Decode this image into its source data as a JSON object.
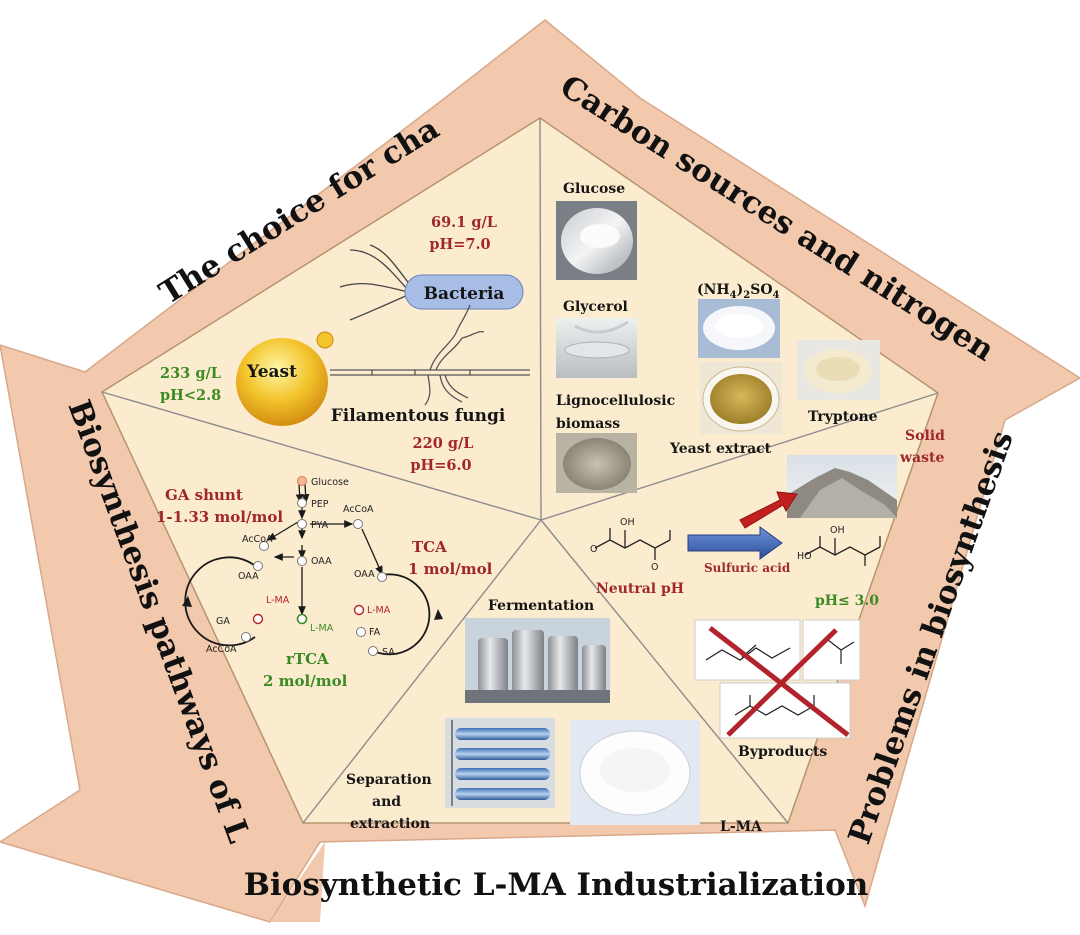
{
  "banners": {
    "chassis": "The choice for chassis",
    "sources": "Carbon sources and nitrogen sources",
    "problems": "Problems in biosynthesis L-MA",
    "industrialization": "Biosynthetic L-MA Industrialization",
    "pathways": "Biosynthesis pathways of L-MA"
  },
  "chassis": {
    "bacteria_label": "Bacteria",
    "bacteria_titer": "69.1 g/L",
    "bacteria_ph": "pH=7.0",
    "yeast_label": "Yeast",
    "yeast_titer": "233 g/L",
    "yeast_ph": "pH<2.8",
    "fungi_label": "Filamentous fungi",
    "fungi_titer": "220 g/L",
    "fungi_ph": "pH=6.0"
  },
  "sources": {
    "glucose": "Glucose",
    "glycerol": "Glycerol",
    "ligno_line1": "Lignocellulosic",
    "ligno_line2": "biomass",
    "ammonium": "(NH",
    "ammonium_sub1": "4",
    "ammonium_mid": ")",
    "ammonium_sub2": "2",
    "ammonium_end": "SO",
    "ammonium_sub3": "4",
    "yeast_extract": "Yeast extract",
    "tryptone": "Tryptone"
  },
  "pathways": {
    "ga_shunt": "GA shunt",
    "ga_yield": "1-1.33 mol/mol",
    "tca": "TCA",
    "tca_yield": "1 mol/mol",
    "rtca": "rTCA",
    "rtca_yield": "2 mol/mol",
    "nodes": {
      "glucose": "Glucose",
      "pep": "PEP",
      "pya": "PYA",
      "acoa_top": "AcCoA",
      "acoa_left": "AcCoA",
      "acoa_bottom": "AcCoA",
      "oaa_left": "OAA",
      "oaa_center": "OAA",
      "oaa_right": "OAA",
      "ga": "GA",
      "lma_left": "L-MA",
      "lma_center": "L-MA",
      "lma_right": "L-MA",
      "fa": "FA",
      "sa": "SA"
    }
  },
  "problems": {
    "solid_waste_line1": "Solid",
    "solid_waste_line2": "waste",
    "sulfuric_acid": "Sulfuric acid",
    "neutral_ph": "Neutral pH",
    "low_ph": "pH≤ 3.0",
    "byproducts": "Byproducts",
    "mol_o": "O",
    "mol_oh": "OH",
    "mol_ho": "HO"
  },
  "industrialization": {
    "fermentation": "Fermentation",
    "separation_line1": "Separation",
    "separation_line2": "and",
    "separation_line3": "extraction",
    "lma": "L-MA"
  },
  "colors": {
    "ring": "#f2c9ad",
    "inner": "#fbeccf",
    "red_text": "#a0282a",
    "green_text": "#3b8a23",
    "bacteria_fill": "#a8bde6"
  }
}
